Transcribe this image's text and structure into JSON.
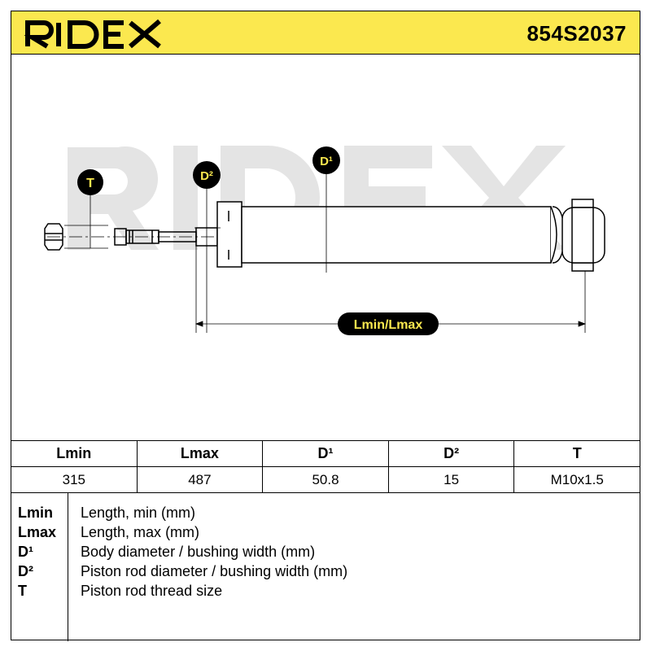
{
  "header": {
    "brand": "RIDEX",
    "part_number": "854S2037",
    "accent_color": "#fbe84f"
  },
  "diagram": {
    "labels": {
      "T": "T",
      "D2": "D²",
      "D1": "D¹",
      "length": "Lmin/Lmax"
    },
    "watermark": "RIDEX"
  },
  "specs": {
    "headers": [
      "Lmin",
      "Lmax",
      "D¹",
      "D²",
      "T"
    ],
    "values": [
      "315",
      "487",
      "50.8",
      "15",
      "M10x1.5"
    ]
  },
  "legend": [
    {
      "key": "Lmin",
      "desc": "Length, min (mm)"
    },
    {
      "key": "Lmax",
      "desc": "Length, max (mm)"
    },
    {
      "key": "D¹",
      "desc": "Body diameter / bushing width (mm)"
    },
    {
      "key": "D²",
      "desc": "Piston rod diameter / bushing width (mm)"
    },
    {
      "key": "T",
      "desc": "Piston rod thread size"
    }
  ]
}
